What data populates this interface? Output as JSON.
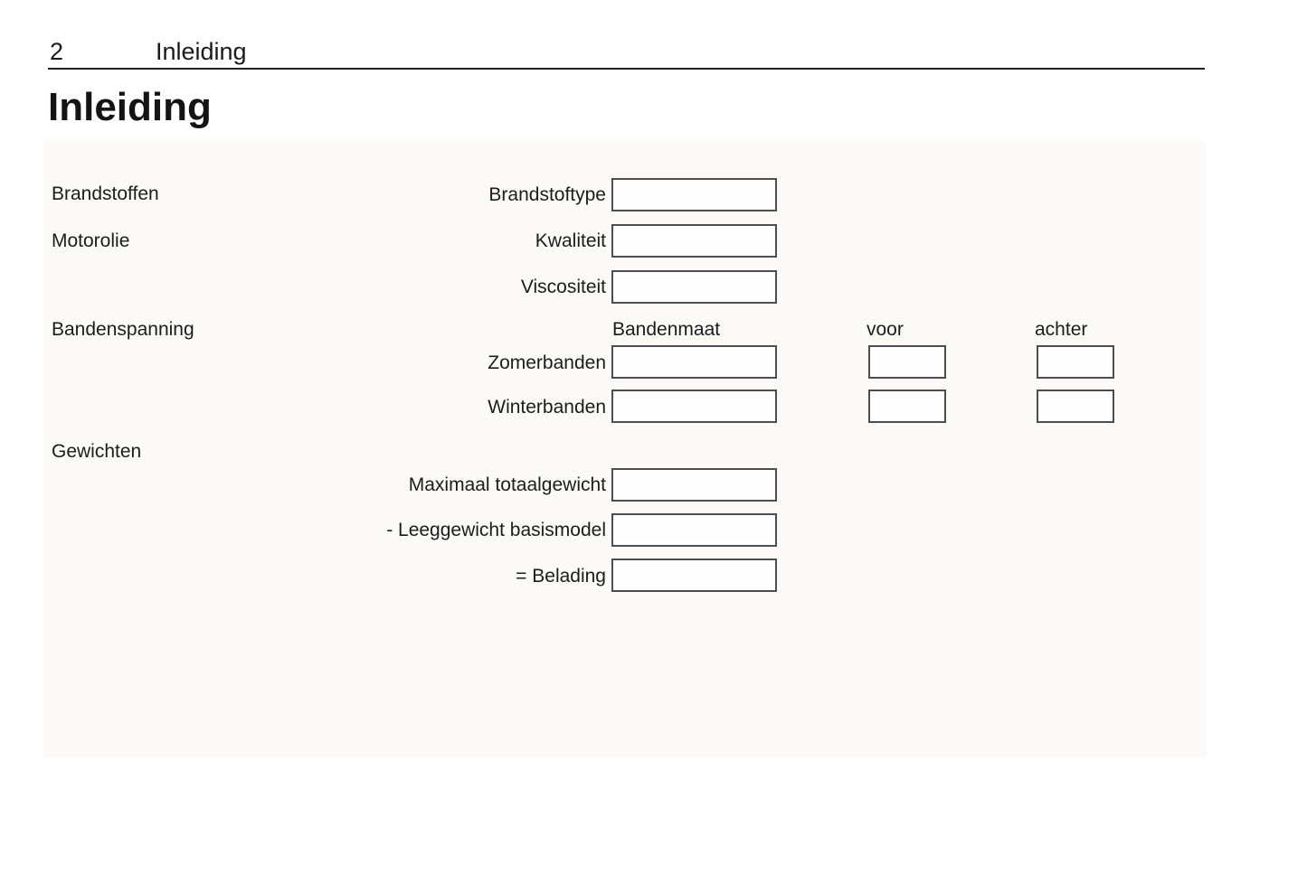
{
  "header": {
    "page_number": "2",
    "chapter_title": "Inleiding"
  },
  "title": "Inleiding",
  "form": {
    "sections": {
      "brandstoffen": "Brandstoffen",
      "motorolie": "Motorolie",
      "bandenspanning": "Bandenspanning",
      "gewichten": "Gewichten"
    },
    "column_headers": {
      "bandenmaat": "Bandenmaat",
      "voor": "voor",
      "achter": "achter"
    },
    "fields": {
      "brandstoftype": {
        "label": "Brandstoftype",
        "value": ""
      },
      "kwaliteit": {
        "label": "Kwaliteit",
        "value": ""
      },
      "viscositeit": {
        "label": "Viscositeit",
        "value": ""
      },
      "zomerbanden": {
        "label": "Zomerbanden",
        "bandenmaat_value": "",
        "voor_value": "",
        "achter_value": ""
      },
      "winterbanden": {
        "label": "Winterbanden",
        "bandenmaat_value": "",
        "voor_value": "",
        "achter_value": ""
      },
      "maximaal_totaalgewicht": {
        "label": "Maximaal totaalgewicht",
        "value": ""
      },
      "leeggewicht_basismodel": {
        "label": "- Leeggewicht basismodel",
        "value": ""
      },
      "belading": {
        "label": "= Belading",
        "value": ""
      }
    },
    "colors": {
      "panel_background": "#fbfaf7",
      "box_border": "#4d4d4d",
      "box_fill": "#fefefe",
      "text": "#1c1c1c",
      "rule": "#1f1f1f"
    }
  }
}
